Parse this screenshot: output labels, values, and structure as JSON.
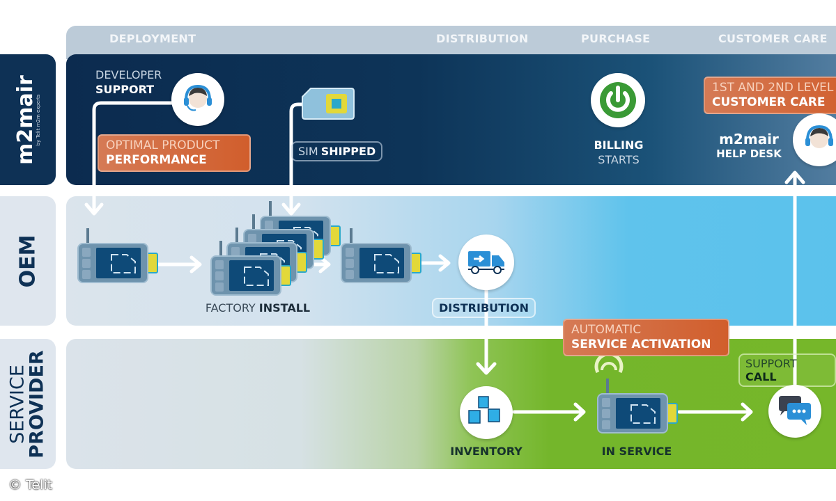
{
  "phases": [
    "DEPLOYMENT",
    "DISTRIBUTION",
    "PURCHASE",
    "CUSTOMER CARE"
  ],
  "rows": {
    "m2mair": {
      "logo": "m2mair",
      "sub": "by Telit m2m experts"
    },
    "oem": {
      "label": "OEM"
    },
    "service_provider": {
      "line1": "SERVICE",
      "line2": "PROVIDER"
    }
  },
  "m2mair_row": {
    "developer_support": {
      "line1": "DEVELOPER",
      "line2": "SUPPORT"
    },
    "optimal_performance": {
      "line1": "OPTIMAL PRODUCT",
      "line2": "PERFORMANCE"
    },
    "sim_shipped": {
      "normal": "SIM",
      "bold": "SHIPPED"
    },
    "billing": {
      "line1": "BILLING",
      "line2": "STARTS"
    },
    "customer_care": {
      "line1": "1ST AND 2ND LEVEL",
      "line2": "CUSTOMER CARE"
    },
    "help_desk": {
      "logo": "m2mair",
      "line2": "HELP DESK"
    }
  },
  "oem_row": {
    "factory_install": {
      "normal": "FACTORY",
      "bold": "INSTALL"
    },
    "distribution": "DISTRIBUTION"
  },
  "sp_row": {
    "auto_activation": {
      "line1": "AUTOMATIC",
      "line2": "SERVICE ACTIVATION"
    },
    "inventory": "INVENTORY",
    "in_service": "IN SERVICE",
    "support_call": {
      "normal": "SUPPORT",
      "bold": "CALL"
    }
  },
  "copyright": "© Telit",
  "colors": {
    "navy": "#0e3155",
    "orange": "#d15e2c",
    "sky": "#5bc2ec",
    "green": "#76b72a",
    "power_green": "#3a9a35"
  }
}
